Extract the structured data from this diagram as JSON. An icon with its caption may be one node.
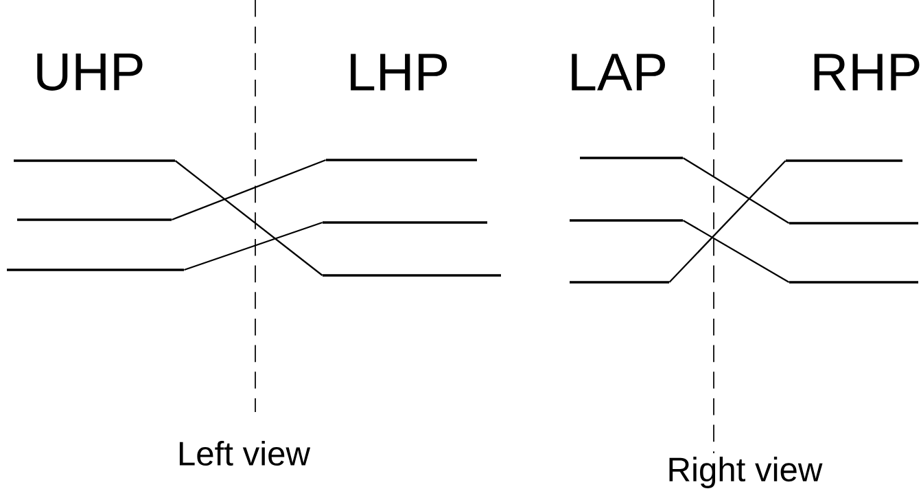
{
  "diagram": {
    "nodes": [
      {
        "text": [],
        "shape": "line"
      },
      {
        "text": [],
        "shape": "line"
      },
      {
        "text": [],
        "shape": "line"
      },
      {
        "text": [],
        "shape": "line"
      },
      {
        "text": [],
        "shape": "line"
      },
      {
        "text": [],
        "shape": "line"
      },
      {
        "text": [],
        "shape": "line"
      },
      {
        "text": [],
        "shape": "line"
      },
      {
        "text": [],
        "shape": "line"
      },
      {
        "text": [],
        "shape": "line"
      },
      {
        "text": [],
        "shape": "line"
      },
      {
        "text": [],
        "shape": "line"
      }
    ],
    "edges": [
      {
        "from": 0,
        "to": 5,
        "arrow": "none"
      },
      {
        "from": 1,
        "to": 3,
        "arrow": "none"
      },
      {
        "from": 2,
        "to": 4,
        "arrow": "none"
      },
      {
        "from": 6,
        "to": 10,
        "arrow": "none"
      },
      {
        "from": 7,
        "to": 11,
        "arrow": "none"
      },
      {
        "from": 8,
        "to": 9,
        "arrow": "none"
      }
    ],
    "labels": [
      "UHP",
      "LHP",
      "LAP",
      "RHP",
      "Left view",
      "Right view"
    ]
  }
}
